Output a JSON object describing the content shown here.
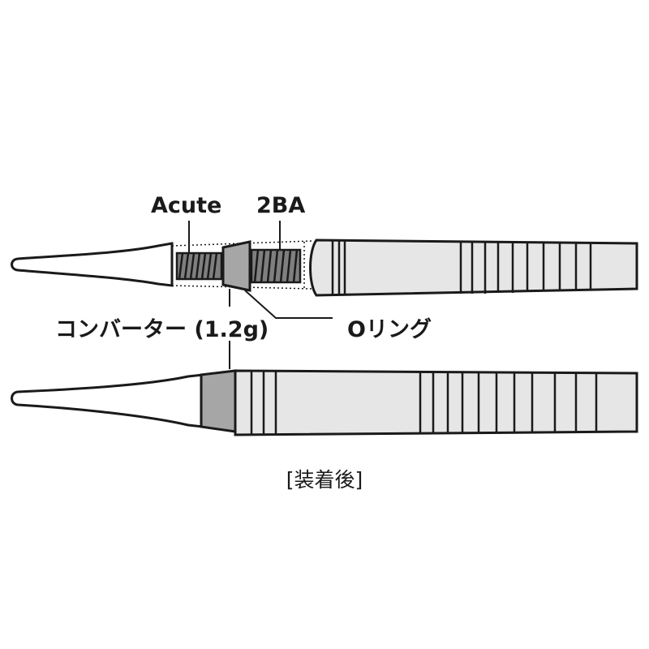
{
  "labels": {
    "acute": "Acute",
    "twoba": "2BA",
    "converter": "コンバーター (1.2g)",
    "oring": "Oリング",
    "after": "[装着後]"
  },
  "colors": {
    "line": "#1a1a1a",
    "barrel_fill": "#e6e6e6",
    "converter_fill": "#a6a6a6",
    "thread_fill": "#7f7f7f",
    "tip_fill": "#ffffff"
  }
}
